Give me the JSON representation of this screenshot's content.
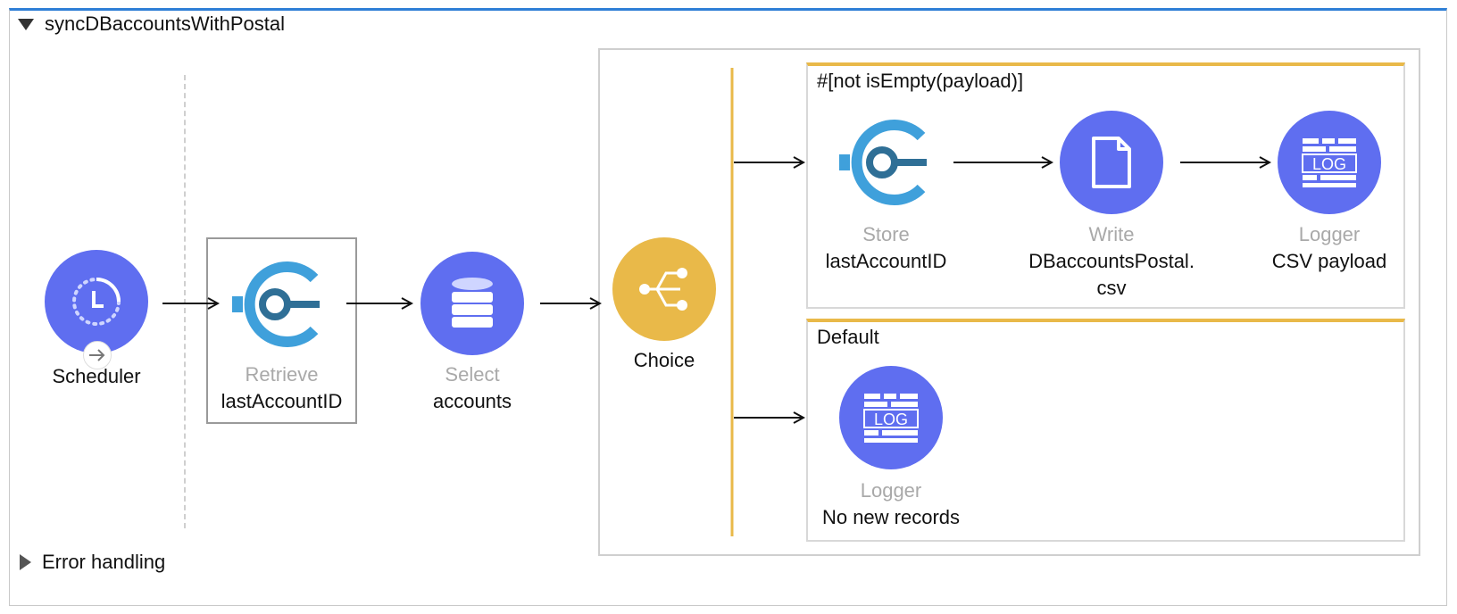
{
  "flow": {
    "name": "syncDBaccountsWithPostal",
    "error_handling_label": "Error handling"
  },
  "nodes": {
    "scheduler": {
      "name": "Scheduler"
    },
    "retrieve": {
      "type": "Retrieve",
      "name": "lastAccountID"
    },
    "select": {
      "type": "Select",
      "name": "accounts"
    },
    "choice": {
      "name": "Choice"
    },
    "store": {
      "type": "Store",
      "name": "lastAccountID"
    },
    "write": {
      "type": "Write",
      "name_line1": "DBaccountsPostal.",
      "name_line2": "csv"
    },
    "logger_csv": {
      "type": "Logger",
      "name": "CSV payload",
      "icon_text": "LOG"
    },
    "logger_default": {
      "type": "Logger",
      "name": "No new records",
      "icon_text": "LOG"
    }
  },
  "routes": {
    "when_expression": "#[not isEmpty(payload)]",
    "default_label": "Default"
  },
  "colors": {
    "accent_blue": "#2f7fd6",
    "node_purple": "#5f6ef0",
    "choice_gold": "#e9b949",
    "os_blue_light": "#3fa0db",
    "os_blue_dark": "#2f6f96"
  },
  "icons": {
    "scheduler": "clock-icon",
    "object_store": "object-store-icon",
    "database": "database-icon",
    "choice": "choice-router-icon",
    "file": "file-icon",
    "logger": "log-icon"
  }
}
